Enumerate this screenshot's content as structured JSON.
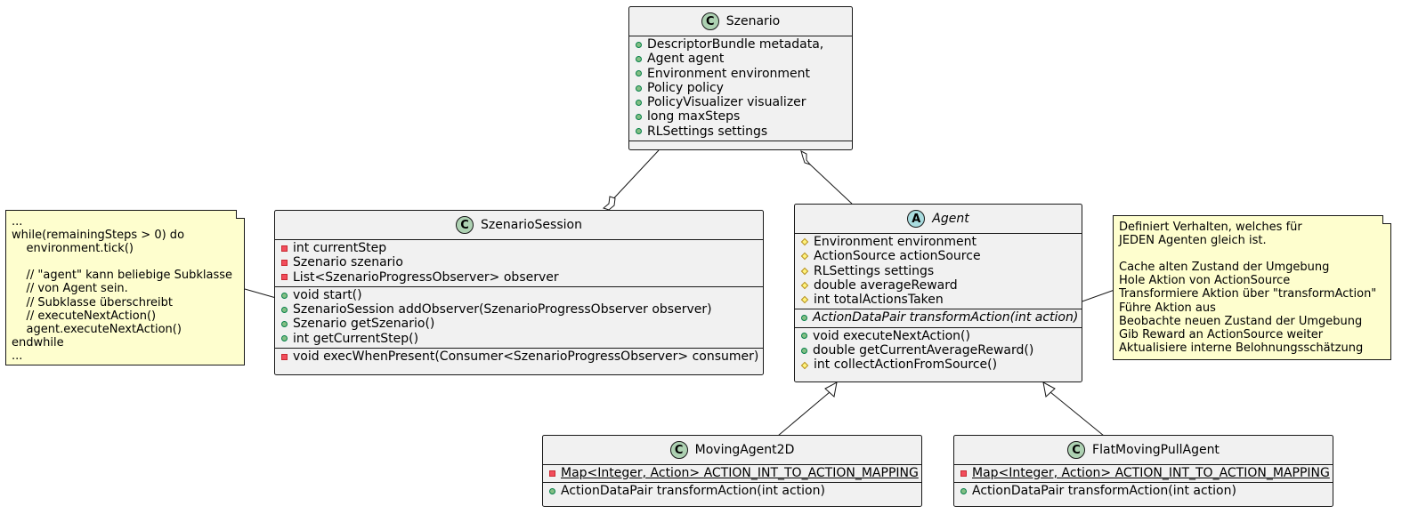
{
  "classes": {
    "szenario": {
      "name": "Szenario",
      "kind": "C",
      "fields": [
        {
          "vis": "public",
          "text": "DescriptorBundle metadata,"
        },
        {
          "vis": "public",
          "text": "Agent agent"
        },
        {
          "vis": "public",
          "text": "Environment environment"
        },
        {
          "vis": "public",
          "text": "Policy policy"
        },
        {
          "vis": "public",
          "text": "PolicyVisualizer visualizer"
        },
        {
          "vis": "public",
          "text": "long maxSteps"
        },
        {
          "vis": "public",
          "text": "RLSettings settings"
        }
      ]
    },
    "szenario_session": {
      "name": "SzenarioSession",
      "kind": "C",
      "fields": [
        {
          "vis": "private",
          "text": "int currentStep"
        },
        {
          "vis": "private",
          "text": "Szenario szenario"
        },
        {
          "vis": "private",
          "text": "List<SzenarioProgressObserver> observer"
        }
      ],
      "methods": [
        {
          "vis": "public",
          "text": "void start()"
        },
        {
          "vis": "public",
          "text": "SzenarioSession addObserver(SzenarioProgressObserver observer)"
        },
        {
          "vis": "public",
          "text": "Szenario getSzenario()"
        },
        {
          "vis": "public",
          "text": "int getCurrentStep()"
        }
      ],
      "private_methods": [
        {
          "vis": "private",
          "text": "void execWhenPresent(Consumer<SzenarioProgressObserver> consumer)"
        }
      ]
    },
    "agent": {
      "name": "Agent",
      "kind": "A",
      "fields": [
        {
          "vis": "protected",
          "text": "Environment environment"
        },
        {
          "vis": "protected",
          "text": "ActionSource actionSource"
        },
        {
          "vis": "protected",
          "text": "RLSettings settings"
        },
        {
          "vis": "protected",
          "text": "double averageReward"
        },
        {
          "vis": "protected",
          "text": "int totalActionsTaken"
        }
      ],
      "abstract_methods": [
        {
          "vis": "public",
          "text": "ActionDataPair transformAction(int action)"
        }
      ],
      "methods": [
        {
          "vis": "public",
          "text": "void executeNextAction()"
        },
        {
          "vis": "public",
          "text": "double getCurrentAverageReward()"
        },
        {
          "vis": "protected",
          "text": "int collectActionFromSource()"
        }
      ]
    },
    "moving_agent_2d": {
      "name": "MovingAgent2D",
      "kind": "C",
      "fields": [
        {
          "vis": "private",
          "text": "Map<Integer, Action> ACTION_INT_TO_ACTION_MAPPING"
        }
      ],
      "methods": [
        {
          "vis": "public",
          "text": "ActionDataPair transformAction(int action)"
        }
      ]
    },
    "flat_moving_pull_agent": {
      "name": "FlatMovingPullAgent",
      "kind": "C",
      "fields": [
        {
          "vis": "private",
          "text": "Map<Integer, Action> ACTION_INT_TO_ACTION_MAPPING"
        }
      ],
      "methods": [
        {
          "vis": "public",
          "text": "ActionDataPair transformAction(int action)"
        }
      ]
    }
  },
  "notes": {
    "loop_note": [
      "...",
      "while(remainingSteps > 0) do",
      "    environment.tick()",
      "",
      "    // \"agent\" kann beliebige Subklasse",
      "    // von Agent sein.",
      "    // Subklasse überschreibt",
      "    // executeNextAction()",
      "    agent.executeNextAction()",
      "endwhile",
      "..."
    ],
    "agent_note": [
      "Definiert Verhalten, welches für",
      "JEDEN Agenten gleich ist.",
      "",
      "Cache alten Zustand der Umgebung",
      "Hole Aktion von ActionSource",
      "Transformiere Aktion über \"transformAction\"",
      "Führe Aktion aus",
      "Beobachte neuen Zustand der Umgebung",
      "Gib Reward an ActionSource weiter",
      "Aktualisiere interne Belohnungsschätzung"
    ]
  }
}
